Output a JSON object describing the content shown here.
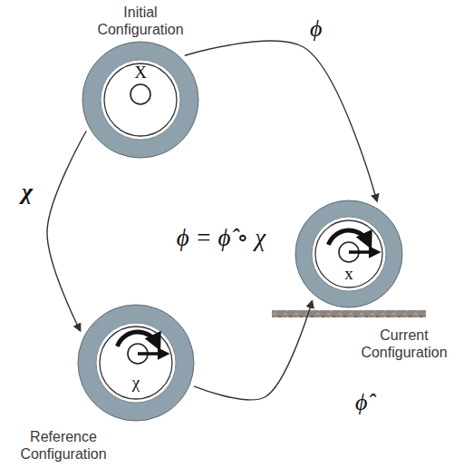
{
  "diagram": {
    "nodes": [
      {
        "text": [
          "Initial Configuration",
          "X"
        ]
      },
      {
        "text": [
          "Reference Configuration",
          "χ"
        ]
      },
      {
        "text": [
          "Current Configuration",
          "x"
        ]
      }
    ],
    "edges": [
      {
        "from": 0,
        "to": 2,
        "arrow": "to",
        "label": "ϕ"
      },
      {
        "from": 0,
        "to": 1,
        "arrow": "to",
        "label": "χ"
      },
      {
        "from": 1,
        "to": 2,
        "arrow": "to",
        "label": "ϕ̂"
      }
    ],
    "labels": [
      "ϕ = ϕ̂ ∘ χ"
    ]
  }
}
